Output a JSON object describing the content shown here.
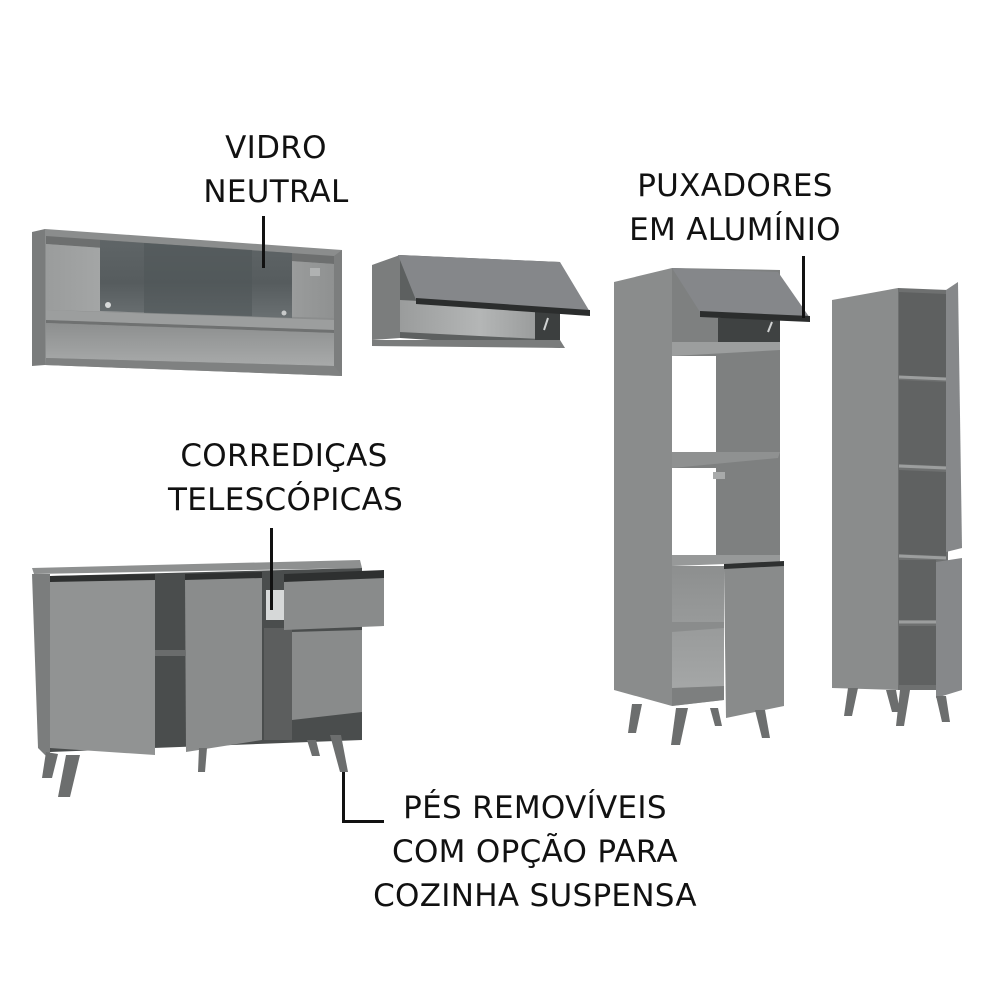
{
  "product": {
    "description": "Modular kitchen set in gray with glass wall cabinet, flip-up wall cabinet, oven tower, tall pantry and sideboard with legs",
    "colors": {
      "background": "#ffffff",
      "cabinet_body": "#8a8c8c",
      "cabinet_side": "#7b7d7d",
      "cabinet_interior": "#5e6060",
      "shadow_dark": "#3f4242",
      "handle": "#2b2d2d",
      "glass": "#5c6263",
      "leg": "#6c6e6e",
      "label_text": "#111111"
    }
  },
  "labels": {
    "glass": {
      "line1": "VIDRO",
      "line2": "NEUTRAL"
    },
    "handles": {
      "line1": "PUXADORES",
      "line2": "EM ALUMÍNIO"
    },
    "slides": {
      "line1": "CORREDIÇAS",
      "line2": "TELESCÓPICAS"
    },
    "legs": {
      "line1": "PÉS REMOVÍVEIS",
      "line2": "COM OPÇÃO PARA",
      "line3": "COZINHA SUSPENSA"
    }
  },
  "modules": [
    {
      "id": "glass-wall-cabinet",
      "type": "wall cabinet with sliding glass doors"
    },
    {
      "id": "flip-wall-cabinet",
      "type": "wall cabinet with flip-up door"
    },
    {
      "id": "oven-tower",
      "type": "tall oven/microwave tower with flip door and lower door"
    },
    {
      "id": "pantry-tower",
      "type": "tall pantry with two doors"
    },
    {
      "id": "sideboard",
      "type": "base cabinet with 3 doors and 1 drawer"
    }
  ]
}
